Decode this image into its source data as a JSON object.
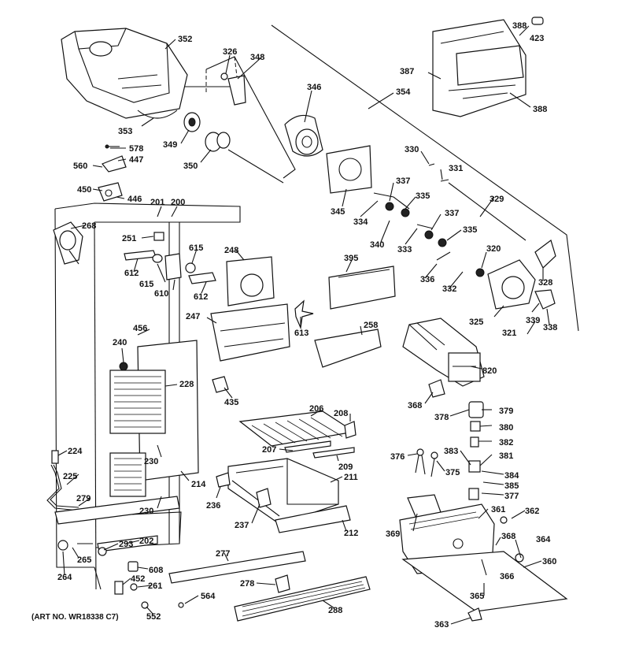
{
  "art_number": "(ART NO. WR18338 C7)",
  "labels": [
    {
      "id": "352",
      "text": "352"
    },
    {
      "id": "326",
      "text": "326"
    },
    {
      "id": "348",
      "text": "348"
    },
    {
      "id": "346",
      "text": "346"
    },
    {
      "id": "354",
      "text": "354"
    },
    {
      "id": "388a",
      "text": "388"
    },
    {
      "id": "423",
      "text": "423"
    },
    {
      "id": "387",
      "text": "387"
    },
    {
      "id": "388b",
      "text": "388"
    },
    {
      "id": "353",
      "text": "353"
    },
    {
      "id": "349",
      "text": "349"
    },
    {
      "id": "350",
      "text": "350"
    },
    {
      "id": "578",
      "text": "578"
    },
    {
      "id": "447",
      "text": "447"
    },
    {
      "id": "560",
      "text": "560"
    },
    {
      "id": "450",
      "text": "450"
    },
    {
      "id": "446",
      "text": "446"
    },
    {
      "id": "201",
      "text": "201"
    },
    {
      "id": "200",
      "text": "200"
    },
    {
      "id": "330",
      "text": "330"
    },
    {
      "id": "331",
      "text": "331"
    },
    {
      "id": "337a",
      "text": "337"
    },
    {
      "id": "335a",
      "text": "335"
    },
    {
      "id": "329",
      "text": "329"
    },
    {
      "id": "345",
      "text": "345"
    },
    {
      "id": "334",
      "text": "334"
    },
    {
      "id": "337b",
      "text": "337"
    },
    {
      "id": "340",
      "text": "340"
    },
    {
      "id": "333",
      "text": "333"
    },
    {
      "id": "335b",
      "text": "335"
    },
    {
      "id": "268",
      "text": "268"
    },
    {
      "id": "251",
      "text": "251"
    },
    {
      "id": "615a",
      "text": "615"
    },
    {
      "id": "248",
      "text": "248"
    },
    {
      "id": "395",
      "text": "395"
    },
    {
      "id": "320",
      "text": "320"
    },
    {
      "id": "612a",
      "text": "612"
    },
    {
      "id": "615b",
      "text": "615"
    },
    {
      "id": "610",
      "text": "610"
    },
    {
      "id": "612b",
      "text": "612"
    },
    {
      "id": "336",
      "text": "336"
    },
    {
      "id": "332",
      "text": "332"
    },
    {
      "id": "328",
      "text": "328"
    },
    {
      "id": "247",
      "text": "247"
    },
    {
      "id": "613",
      "text": "613"
    },
    {
      "id": "325",
      "text": "325"
    },
    {
      "id": "339",
      "text": "339"
    },
    {
      "id": "338",
      "text": "338"
    },
    {
      "id": "456",
      "text": "456"
    },
    {
      "id": "258",
      "text": "258"
    },
    {
      "id": "321",
      "text": "321"
    },
    {
      "id": "240",
      "text": "240"
    },
    {
      "id": "820",
      "text": "820"
    },
    {
      "id": "228",
      "text": "228"
    },
    {
      "id": "435",
      "text": "435"
    },
    {
      "id": "368a",
      "text": "368"
    },
    {
      "id": "206",
      "text": "206"
    },
    {
      "id": "208",
      "text": "208"
    },
    {
      "id": "379",
      "text": "379"
    },
    {
      "id": "378",
      "text": "378"
    },
    {
      "id": "380",
      "text": "380"
    },
    {
      "id": "224",
      "text": "224"
    },
    {
      "id": "382",
      "text": "382"
    },
    {
      "id": "230a",
      "text": "230"
    },
    {
      "id": "207",
      "text": "207"
    },
    {
      "id": "376",
      "text": "376"
    },
    {
      "id": "383",
      "text": "383"
    },
    {
      "id": "381",
      "text": "381"
    },
    {
      "id": "209",
      "text": "209"
    },
    {
      "id": "375",
      "text": "375"
    },
    {
      "id": "225",
      "text": "225"
    },
    {
      "id": "214",
      "text": "214"
    },
    {
      "id": "211",
      "text": "211"
    },
    {
      "id": "384",
      "text": "384"
    },
    {
      "id": "279",
      "text": "279"
    },
    {
      "id": "236",
      "text": "236"
    },
    {
      "id": "385",
      "text": "385"
    },
    {
      "id": "377",
      "text": "377"
    },
    {
      "id": "230b",
      "text": "230"
    },
    {
      "id": "361",
      "text": "361"
    },
    {
      "id": "237",
      "text": "237"
    },
    {
      "id": "212",
      "text": "212"
    },
    {
      "id": "362",
      "text": "362"
    },
    {
      "id": "369",
      "text": "369"
    },
    {
      "id": "202",
      "text": "202"
    },
    {
      "id": "293",
      "text": "293"
    },
    {
      "id": "368b",
      "text": "368"
    },
    {
      "id": "364",
      "text": "364"
    },
    {
      "id": "265",
      "text": "265"
    },
    {
      "id": "277",
      "text": "277"
    },
    {
      "id": "360",
      "text": "360"
    },
    {
      "id": "608",
      "text": "608"
    },
    {
      "id": "264",
      "text": "264"
    },
    {
      "id": "452",
      "text": "452"
    },
    {
      "id": "278",
      "text": "278"
    },
    {
      "id": "366",
      "text": "366"
    },
    {
      "id": "261",
      "text": "261"
    },
    {
      "id": "564",
      "text": "564"
    },
    {
      "id": "365",
      "text": "365"
    },
    {
      "id": "552",
      "text": "552"
    },
    {
      "id": "288",
      "text": "288"
    },
    {
      "id": "363",
      "text": "363"
    }
  ]
}
